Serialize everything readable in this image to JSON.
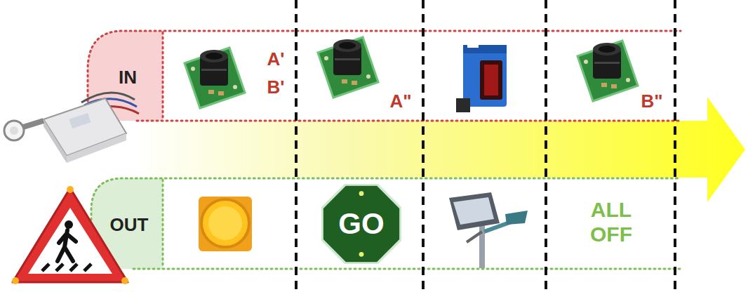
{
  "diagram": {
    "nodes": [
      {
        "text": [
          "IN"
        ]
      },
      {
        "text": [
          "OUT"
        ]
      },
      {
        "text": [
          "GO"
        ]
      }
    ],
    "labels": [
      "A'",
      "B'",
      "A\"",
      "B\"",
      "ALL OFF"
    ]
  }
}
